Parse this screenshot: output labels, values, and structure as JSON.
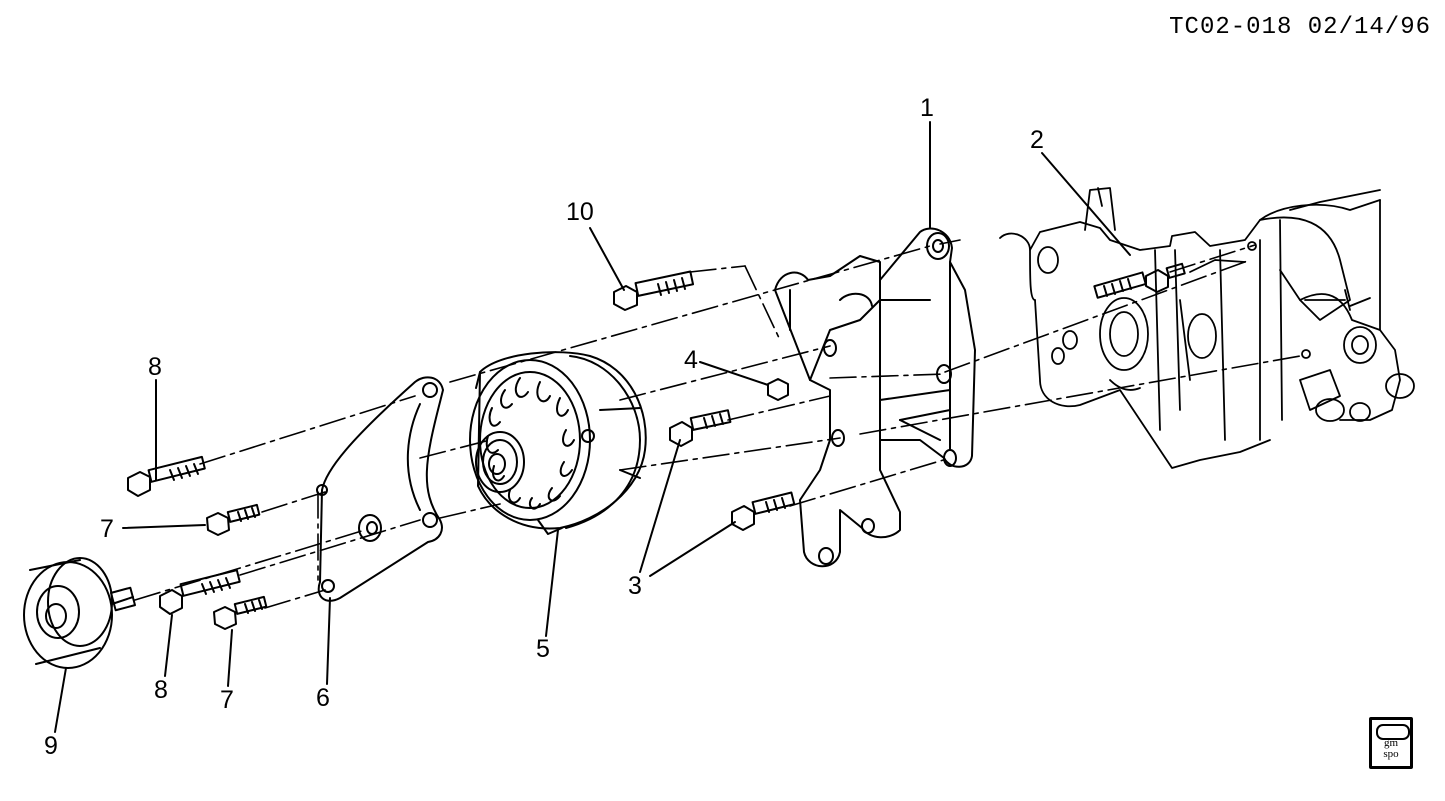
{
  "document": {
    "id": "TC02-018 02/14/96"
  },
  "logo": {
    "line1": "gm",
    "line2": "spo"
  },
  "callouts": [
    {
      "key": "1",
      "label": "1"
    },
    {
      "key": "2",
      "label": "2"
    },
    {
      "key": "3a",
      "label": "3"
    },
    {
      "key": "3b",
      "label": "3"
    },
    {
      "key": "4",
      "label": "4"
    },
    {
      "key": "5",
      "label": "5"
    },
    {
      "key": "6",
      "label": "6"
    },
    {
      "key": "7a",
      "label": "7"
    },
    {
      "key": "7b",
      "label": "7"
    },
    {
      "key": "8a",
      "label": "8"
    },
    {
      "key": "8b",
      "label": "8"
    },
    {
      "key": "9",
      "label": "9"
    },
    {
      "key": "10",
      "label": "10"
    }
  ]
}
